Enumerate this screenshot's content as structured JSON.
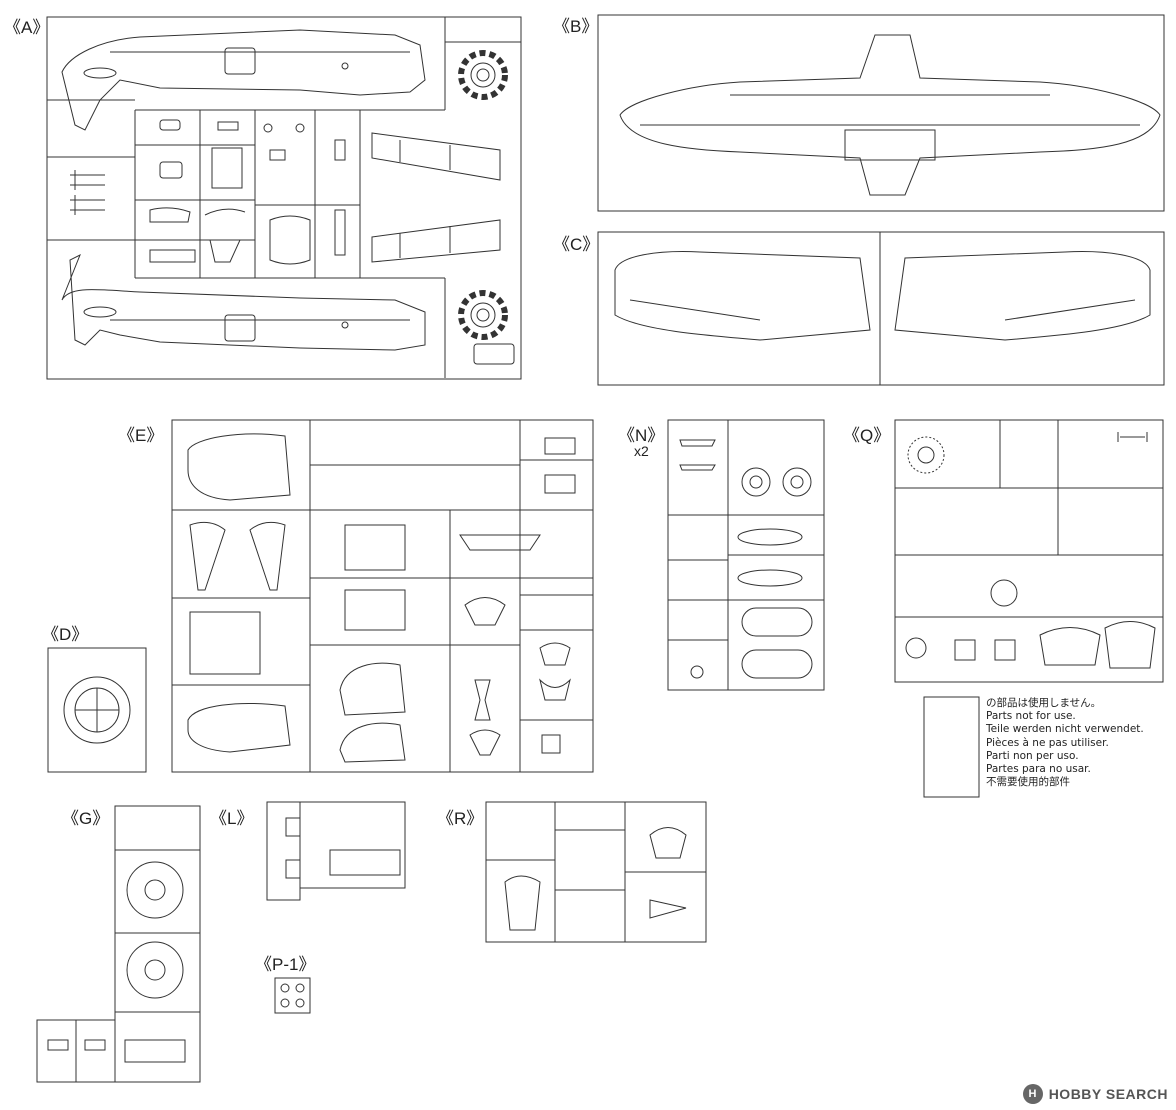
{
  "sprues": {
    "A": {
      "label": "《A》"
    },
    "B": {
      "label": "《B》"
    },
    "C": {
      "label": "《C》"
    },
    "D": {
      "label": "《D》"
    },
    "E": {
      "label": "《E》"
    },
    "N": {
      "label": "《N》",
      "qty": "x2"
    },
    "Q": {
      "label": "《Q》"
    },
    "G": {
      "label": "《G》"
    },
    "L": {
      "label": "《L》"
    },
    "R": {
      "label": "《R》"
    },
    "P1": {
      "label": "《P-1》"
    }
  },
  "not_for_use_legend": [
    "の部品は使用しません。",
    "Parts not for use.",
    "Teile werden nicht verwendet.",
    "Pièces à ne pas utiliser.",
    "Parti non per uso.",
    "Partes para no usar.",
    "不需要使用的部件"
  ],
  "watermark": {
    "text": "HOBBY SEARCH",
    "logo": "hobby-search-logo"
  },
  "colors": {
    "line": "#333333",
    "paper": "#ffffff",
    "parts_fill": "#f4f4f4"
  }
}
